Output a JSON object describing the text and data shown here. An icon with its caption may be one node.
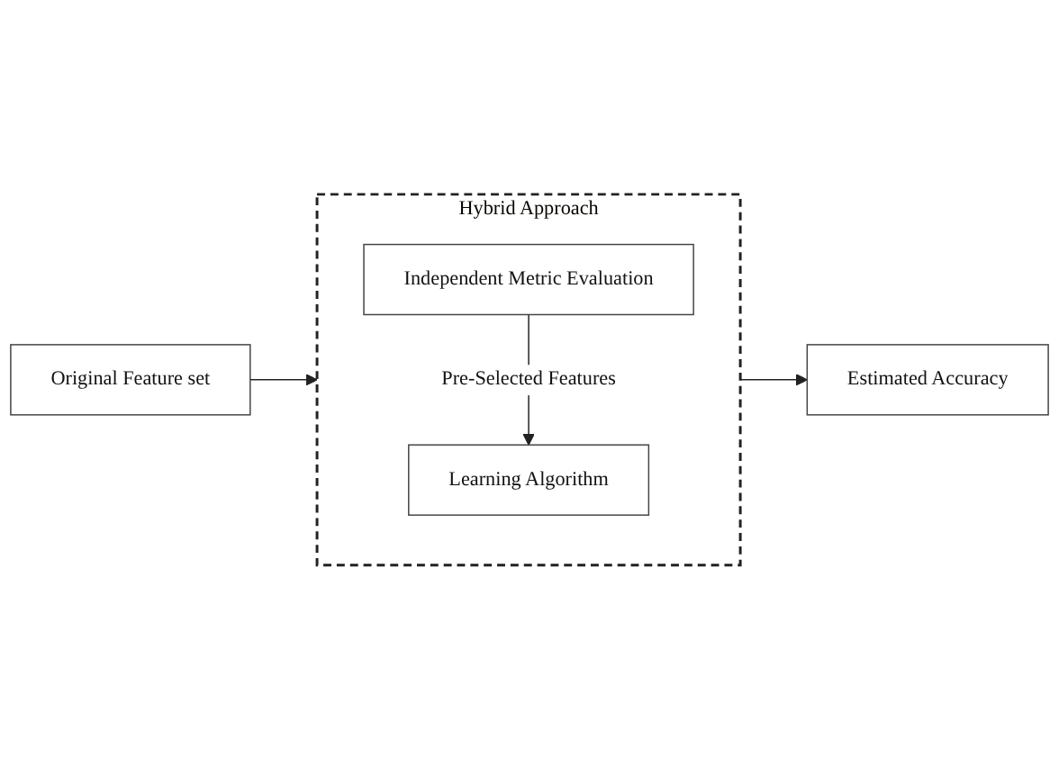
{
  "diagram": {
    "nodes": [
      {
        "text": [
          "Original Feature set"
        ]
      },
      {
        "text": [
          "Hybrid Approach"
        ]
      },
      {
        "text": [
          "Independent Metric Evaluation"
        ],
        "in": 1
      },
      {
        "text": [
          "Learning Algorithm"
        ],
        "in": 1
      },
      {
        "text": [
          "Estimated Accuracy"
        ]
      }
    ],
    "edges": [
      {
        "from": 0,
        "to": 1,
        "arrow": "to"
      },
      {
        "from": 2,
        "to": 3,
        "arrow": "to",
        "label": "Pre-Selected Features"
      },
      {
        "from": 1,
        "to": 4,
        "arrow": "to"
      }
    ]
  }
}
